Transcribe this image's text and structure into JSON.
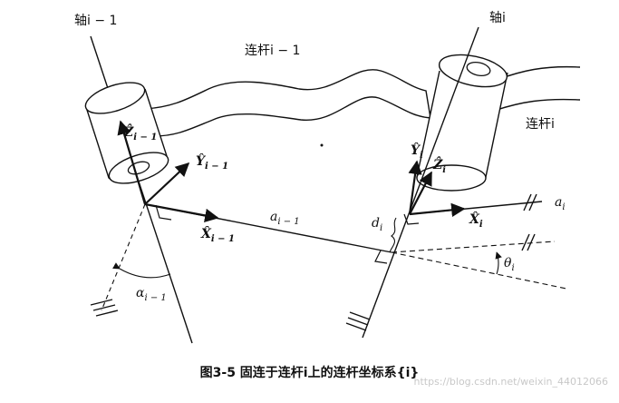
{
  "labels": {
    "axis_prev": "轴i − 1",
    "axis_curr": "轴i",
    "link_prev": "连杆i − 1",
    "link_curr": "连杆i",
    "z_prev": "Ẑ",
    "z_prev_sub": "i − 1",
    "y_prev": "Ŷ",
    "y_prev_sub": "i − 1",
    "x_prev": "X̂",
    "x_prev_sub": "i − 1",
    "a_prev": "a",
    "a_prev_sub": "i − 1",
    "alpha_prev": "α",
    "alpha_prev_sub": "i − 1",
    "y_curr": "Ŷ",
    "y_curr_sub": "i",
    "z_curr": "Ẑ",
    "z_curr_sub": "i",
    "x_curr": "X̂",
    "x_curr_sub": "i",
    "d_curr": "d",
    "d_curr_sub": "i",
    "a_curr": "a",
    "a_curr_sub": "i",
    "theta_curr": "θ",
    "theta_curr_sub": "i"
  },
  "caption": "图3-5   固连于连杆i上的连杆坐标系{i}",
  "watermark": "https://blog.csdn.net/weixin_44012066"
}
